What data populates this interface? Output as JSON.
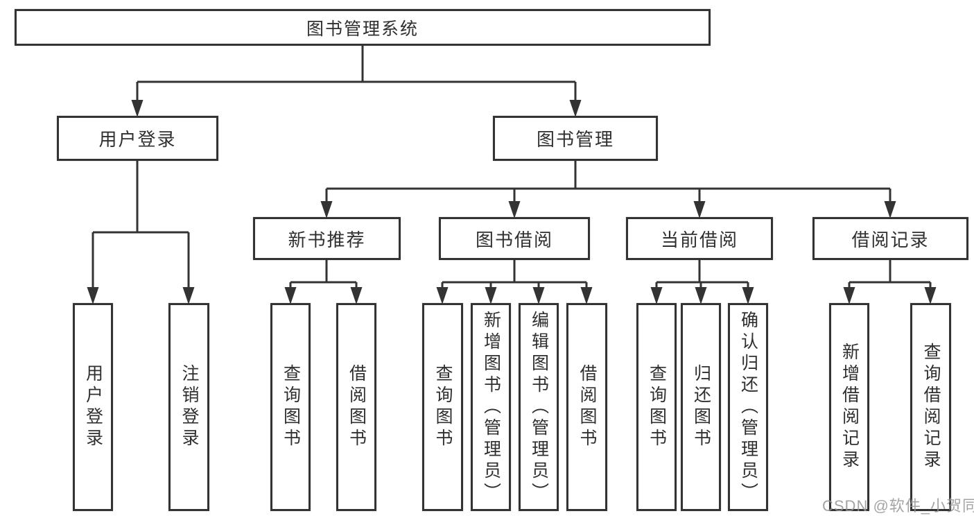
{
  "diagram_title": "图书管理系统",
  "nodes": {
    "root": {
      "label": "图书管理系统"
    },
    "login": {
      "label": "用户登录"
    },
    "book_mgmt": {
      "label": "图书管理"
    },
    "new_book": {
      "label": "新书推荐"
    },
    "book_borrow": {
      "label": "图书借阅"
    },
    "current_borrow": {
      "label": "当前借阅"
    },
    "borrow_records": {
      "label": "借阅记录"
    }
  },
  "leaves": [
    {
      "label": "用户登录",
      "parent": "用户登录"
    },
    {
      "label": "注销登录",
      "parent": "用户登录"
    },
    {
      "label": "查询图书",
      "parent": "新书推荐"
    },
    {
      "label": "借阅图书",
      "parent": "新书推荐"
    },
    {
      "label": "查询图书",
      "parent": "图书借阅"
    },
    {
      "label": "新增图书（管理员）",
      "parent": "图书借阅"
    },
    {
      "label": "编辑图书（管理员）",
      "parent": "图书借阅"
    },
    {
      "label": "借阅图书",
      "parent": "图书借阅"
    },
    {
      "label": "查询图书",
      "parent": "当前借阅"
    },
    {
      "label": "归还图书",
      "parent": "当前借阅"
    },
    {
      "label": "确认归还（管理员）",
      "parent": "当前借阅"
    },
    {
      "label": "新增借阅记录",
      "parent": "借阅记录"
    },
    {
      "label": "查询借阅记录",
      "parent": "借阅记录"
    }
  ],
  "watermark": "CSDN @软件_小贺同学",
  "colors": {
    "line": "#333333",
    "text": "#2f2f2f",
    "box_background": "#ffffff",
    "page_background": "#ffffff",
    "watermark": "#949494"
  }
}
